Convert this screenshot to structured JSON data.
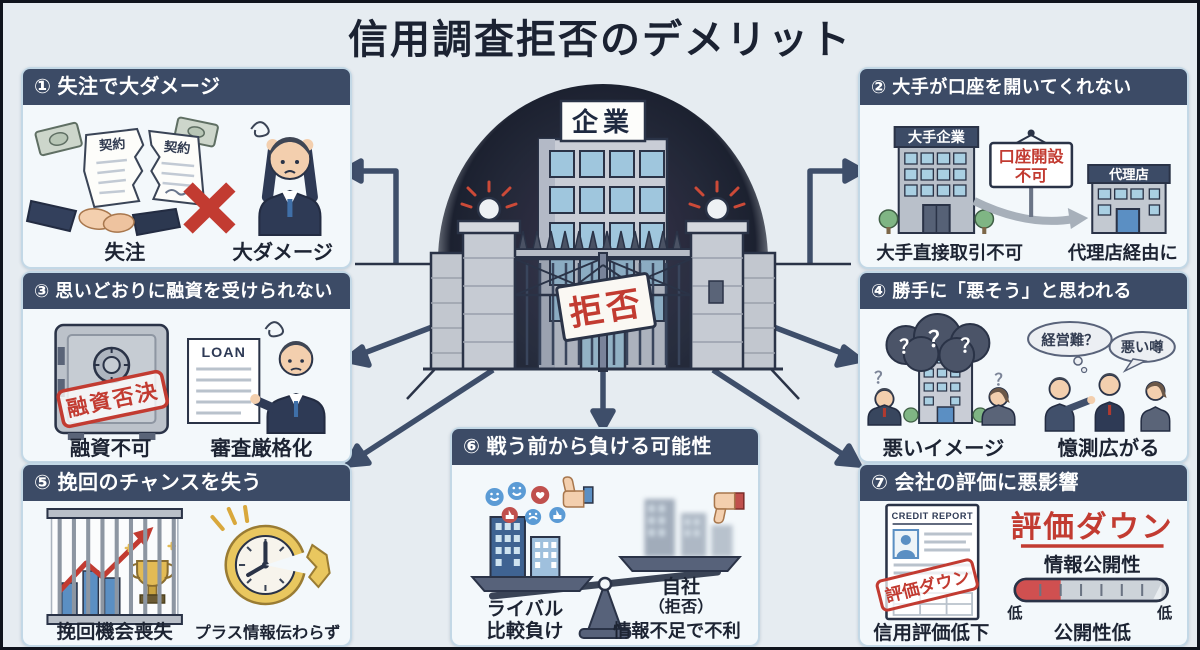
{
  "title": "信用調査拒否のデメリット",
  "center": {
    "building_sign": "企業",
    "gate_sign": "拒否"
  },
  "boxes": {
    "b1": {
      "header": "① 失注で大ダメージ",
      "doc_label": "契約",
      "cap1": "失注",
      "cap2": "大ダメージ"
    },
    "b2": {
      "header": "② 大手が口座を開いてくれない",
      "big_sign": "大手企業",
      "deny1": "口座開設",
      "deny2": "不可",
      "agency_sign": "代理店",
      "cap1": "大手直接取引不可",
      "cap2": "代理店経由に"
    },
    "b3": {
      "header": "③ 思いどおりに融資を受けられない",
      "stamp": "融資否決",
      "loan": "LOAN",
      "cap1": "融資不可",
      "cap2": "審査厳格化"
    },
    "b4": {
      "header": "④ 勝手に「悪そう」と思われる",
      "question_mark": "？",
      "bubble1": "経営難？",
      "bubble2": "悪い噂",
      "cap1": "悪いイメージ",
      "cap2": "憶測広がる"
    },
    "b5": {
      "header": "⑤ 挽回のチャンスを失う",
      "cap1": "挽回機会喪失",
      "cap2": "プラス情報伝わらず"
    },
    "b6": {
      "header": "⑥ 戦う前から負ける可能性",
      "left1": "ライバル",
      "left2": "比較負け",
      "right1": "自社",
      "right2": "（拒否）",
      "right3": "情報不足で不利"
    },
    "b7": {
      "header": "⑦ 会社の評価に悪影響",
      "report_title": "CREDIT REPORT",
      "stamp": "評価ダウン",
      "big_text": "評価ダウン",
      "gauge_label": "情報公開性",
      "gauge_left": "低",
      "gauge_right": "低",
      "cap1": "信用評価低下",
      "cap2": "公開性低"
    }
  },
  "colors": {
    "background": "#e6ecf1",
    "frame_border": "#10141d",
    "panel_header": "#3c4b66",
    "panel_bg": "#f3f8fb",
    "panel_border": "#c3d8e6",
    "arrow": "#3e4e6a",
    "accent_red": "#c23b31",
    "ink": "#1d2433"
  }
}
